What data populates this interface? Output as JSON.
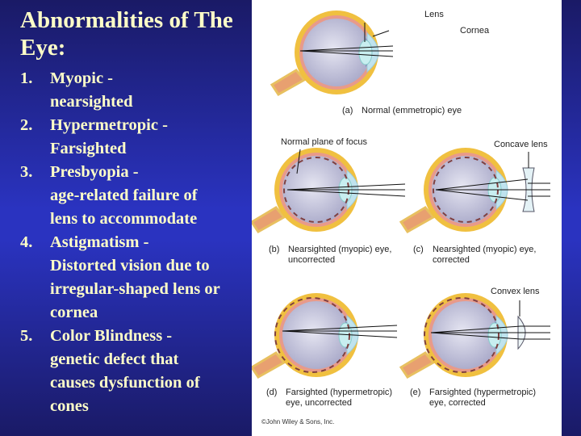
{
  "slide": {
    "title": "Abnormalities of The Eye:",
    "items": [
      {
        "num": "1.",
        "text": "Myopic -\nnearsighted"
      },
      {
        "num": "2.",
        "text": "Hypermetropic -\nFarsighted"
      },
      {
        "num": "3.",
        "text": "Presbyopia -\nage-related failure of\nlens to accommodate"
      },
      {
        "num": "4.",
        "text": "Astigmatism -\nDistorted vision due to\nirregular-shaped lens or\ncornea"
      },
      {
        "num": "5.",
        "text": "Color Blindness -\ngenetic defect that\ncauses dysfunction of\ncones"
      }
    ]
  },
  "figure": {
    "labels": {
      "lens": "Lens",
      "cornea": "Cornea",
      "normal_plane": "Normal plane of focus",
      "concave_lens": "Concave lens",
      "convex_lens": "Convex lens"
    },
    "captions": [
      {
        "tag": "(a)",
        "text": "Normal (emmetropic) eye"
      },
      {
        "tag": "(b)",
        "text": "Nearsighted (myopic) eye,\nuncorrected"
      },
      {
        "tag": "(c)",
        "text": "Nearsighted (myopic) eye,\ncorrected"
      },
      {
        "tag": "(d)",
        "text": "Farsighted (hypermetropic)\neye, uncorrected"
      },
      {
        "tag": "(e)",
        "text": "Farsighted (hypermetropic)\neye, corrected"
      }
    ],
    "copyright": "©John Wiley & Sons, Inc."
  },
  "colors": {
    "background_top": "#1a1a66",
    "background_mid": "#2a33c0",
    "text": "#ffffc8",
    "panel": "#ffffff"
  }
}
